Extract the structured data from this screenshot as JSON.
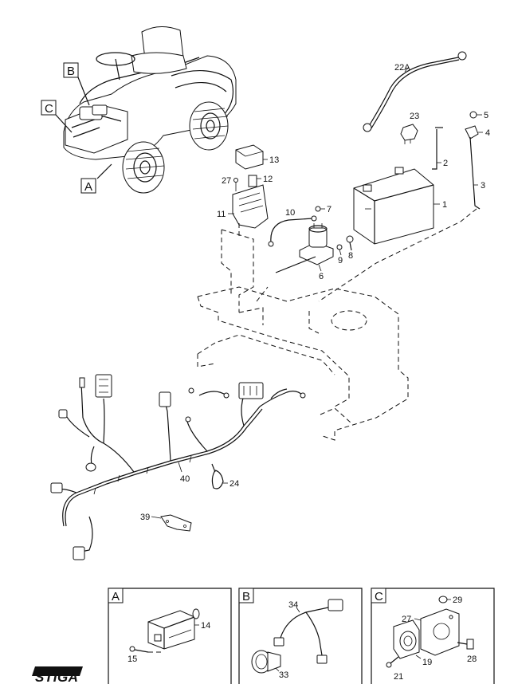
{
  "brand": "STIGA",
  "callouts": {
    "c1": "1",
    "c2": "2",
    "c3": "3",
    "c4": "4",
    "c5": "5",
    "c6": "6",
    "c7": "7",
    "c8": "8",
    "c9": "9",
    "c10": "10",
    "c11": "11",
    "c12": "12",
    "c13": "13",
    "c14": "14",
    "c15": "15",
    "c19": "19",
    "c21": "21",
    "c22A": "22A",
    "c23": "23",
    "c24": "24",
    "c27a": "27",
    "c27b": "27",
    "c28": "28",
    "c29": "29",
    "c33": "33",
    "c34": "34",
    "c39": "39",
    "c40": "40"
  },
  "view_markers": {
    "A": "A",
    "B": "B",
    "C": "C"
  },
  "detail_panels": {
    "A": "A",
    "B": "B",
    "C": "C"
  }
}
